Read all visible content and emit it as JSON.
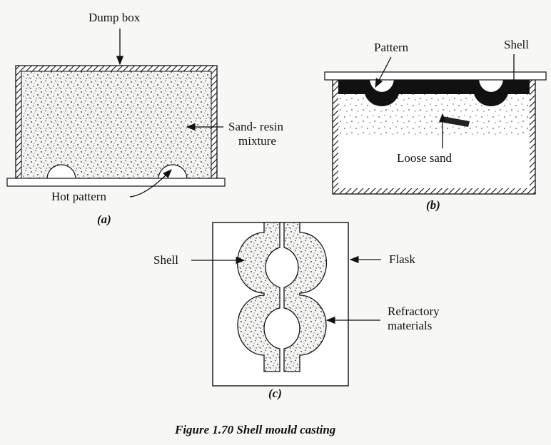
{
  "figure": {
    "title": "Figure 1.70 Shell mould casting",
    "panel_a": {
      "caption": "(a)",
      "labels": {
        "dump_box": "Dump box",
        "sand_resin_1": "Sand- resin",
        "sand_resin_2": "mixture",
        "hot_pattern": "Hot pattern"
      }
    },
    "panel_b": {
      "caption": "(b)",
      "labels": {
        "pattern": "Pattern",
        "shell": "Shell",
        "loose_sand": "Loose sand"
      }
    },
    "panel_c": {
      "caption": "(c)",
      "labels": {
        "shell": "Shell",
        "flask": "Flask",
        "refractory_1": "Refractory",
        "refractory_2": "materials"
      }
    }
  },
  "colors": {
    "ink": "#111111",
    "paper": "#f7f7f5"
  }
}
